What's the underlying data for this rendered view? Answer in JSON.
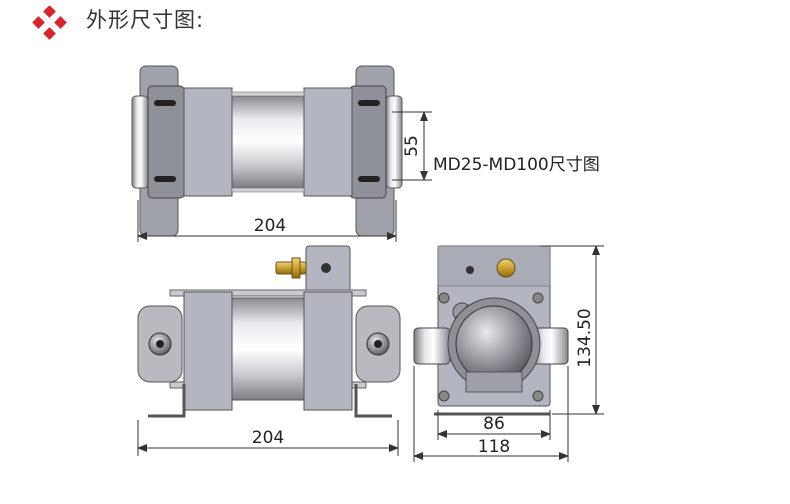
{
  "header": {
    "title": "外形尺寸图:",
    "logo_color": "#d4262c"
  },
  "figure": {
    "model_label": "MD25-MD100尺寸图",
    "top_view": {
      "length_dim": "204",
      "height_dim": "55"
    },
    "side_view": {
      "length_dim": "204"
    },
    "end_view": {
      "inner_width_dim": "86",
      "outer_width_dim": "118",
      "height_dim": "134.50"
    }
  },
  "colors": {
    "steel": "#b9bcc4",
    "steel_dark": "#6e7078",
    "chrome": "#d8d9de",
    "brass": "#c9a030",
    "line": "#333333"
  }
}
